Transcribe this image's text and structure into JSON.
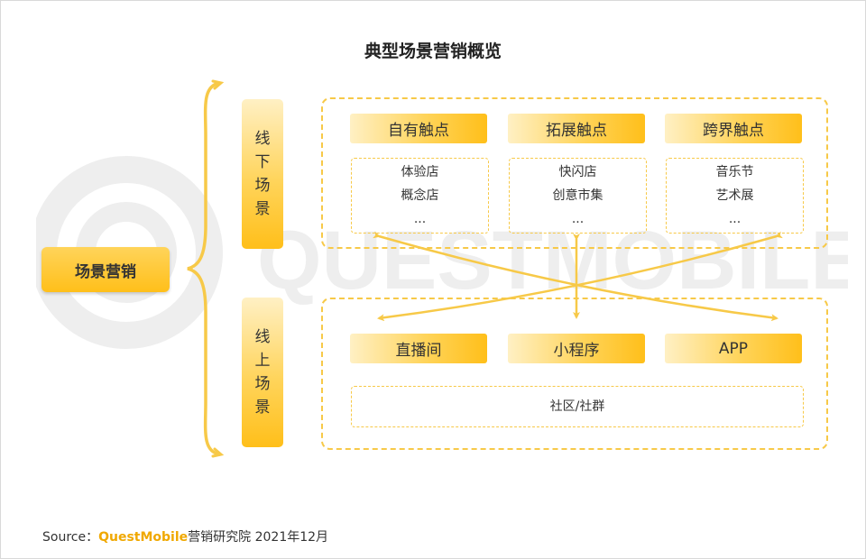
{
  "title": "典型场景营销概览",
  "watermark": "QUESTMOBILE",
  "root": {
    "label": "场景营销"
  },
  "offline": {
    "label_chars": [
      "线",
      "下",
      "场",
      "景"
    ],
    "columns": [
      {
        "header": "自有触点",
        "items": [
          "体验店",
          "概念店",
          "..."
        ]
      },
      {
        "header": "拓展触点",
        "items": [
          "快闪店",
          "创意市集",
          "..."
        ]
      },
      {
        "header": "跨界触点",
        "items": [
          "音乐节",
          "艺术展",
          "..."
        ]
      }
    ]
  },
  "online": {
    "label_chars": [
      "线",
      "上",
      "场",
      "景"
    ],
    "items": [
      "直播间",
      "小程序",
      "APP"
    ],
    "community": "社区/社群"
  },
  "source": {
    "prefix": "Source：",
    "brand": "QuestMobile",
    "suffix": "营销研究院 2021年12月"
  }
}
